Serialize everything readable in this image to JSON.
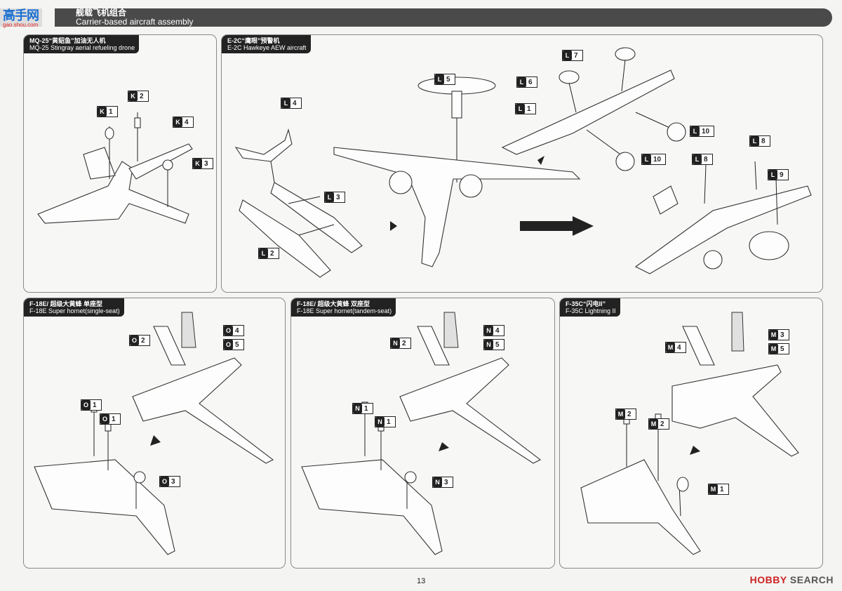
{
  "header": {
    "title_zh": "舰载飞机组合",
    "title_en": "Carrier-based aircraft assembly"
  },
  "logo": {
    "mark": "高手网",
    "sub": "gao.shou.com"
  },
  "panels": [
    {
      "zh": "MQ-25“黄貂鱼”加油无人机",
      "en": "MQ-25 Stingray aerial refueling drone",
      "parts": [
        {
          "k": "K",
          "n": "1"
        },
        {
          "k": "K",
          "n": "2"
        },
        {
          "k": "K",
          "n": "3"
        },
        {
          "k": "K",
          "n": "4"
        }
      ]
    },
    {
      "zh": "E-2C“鹰眼”预警机",
      "en": "E-2C Hawkeye AEW aircraft",
      "parts": [
        {
          "k": "L",
          "n": "4"
        },
        {
          "k": "L",
          "n": "3"
        },
        {
          "k": "L",
          "n": "2"
        },
        {
          "k": "L",
          "n": "5"
        },
        {
          "k": "L",
          "n": "7"
        },
        {
          "k": "L",
          "n": "6"
        },
        {
          "k": "L",
          "n": "1"
        },
        {
          "k": "L",
          "n": "10"
        },
        {
          "k": "L",
          "n": "10"
        },
        {
          "k": "L",
          "n": "8"
        },
        {
          "k": "L",
          "n": "8"
        },
        {
          "k": "L",
          "n": "9"
        }
      ]
    },
    {
      "zh": "F-18E/ 超级大黄蜂 单座型",
      "en": "F-18E Super hornet(single-seat)",
      "parts": [
        {
          "k": "O",
          "n": "2"
        },
        {
          "k": "O",
          "n": "4"
        },
        {
          "k": "O",
          "n": "5"
        },
        {
          "k": "O",
          "n": "1"
        },
        {
          "k": "O",
          "n": "1"
        },
        {
          "k": "O",
          "n": "3"
        }
      ]
    },
    {
      "zh": "F-18E/ 超级大黄蜂 双座型",
      "en": "F-18E Super hornet(tandem-seat)",
      "parts": [
        {
          "k": "N",
          "n": "2"
        },
        {
          "k": "N",
          "n": "4"
        },
        {
          "k": "N",
          "n": "5"
        },
        {
          "k": "N",
          "n": "1"
        },
        {
          "k": "N",
          "n": "1"
        },
        {
          "k": "N",
          "n": "3"
        }
      ]
    },
    {
      "zh": "F-35C“闪电II”",
      "en": "F-35C Lightning II",
      "parts": [
        {
          "k": "M",
          "n": "4"
        },
        {
          "k": "M",
          "n": "3"
        },
        {
          "k": "M",
          "n": "5"
        },
        {
          "k": "M",
          "n": "2"
        },
        {
          "k": "M",
          "n": "2"
        },
        {
          "k": "M",
          "n": "1"
        }
      ]
    }
  ],
  "footer": {
    "page": "13",
    "brand_a": "HOBBY",
    "brand_b": "SEARCH"
  }
}
